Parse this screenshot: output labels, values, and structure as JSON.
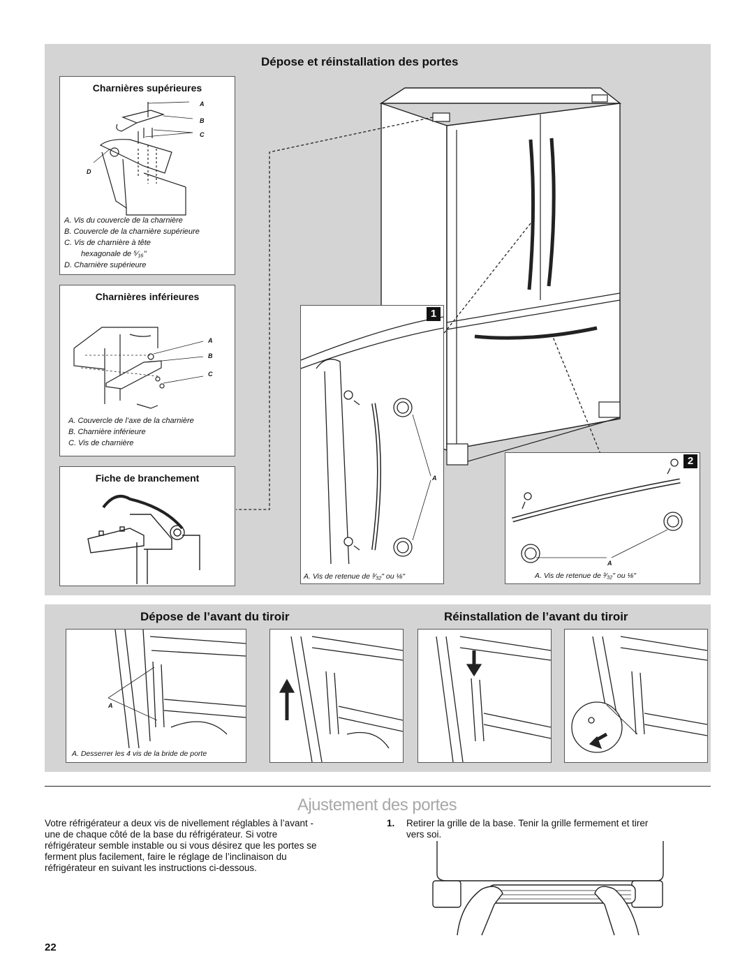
{
  "doors_section": {
    "title": "Dépose et réinstallation des portes",
    "upper_hinges": {
      "title": "Charnières supérieures",
      "labels": [
        "A",
        "B",
        "C",
        "D"
      ],
      "legend": [
        "A. Vis du couvercle de la charnière",
        "B. Couvercle de la charnière supérieure",
        "C. Vis de charnière à tête",
        "hexagonale de ⁵⁄₁₆\"",
        "D. Charnière supérieure"
      ]
    },
    "lower_hinges": {
      "title": "Charnières inférieures",
      "labels": [
        "A",
        "B",
        "C"
      ],
      "legend": [
        "A. Couvercle de l’axe de la charnière",
        "B. Charnière inférieure",
        "C. Vis de charnière"
      ]
    },
    "plug": {
      "title": "Fiche de branchement"
    },
    "step1": {
      "number": "1",
      "label": "A",
      "caption": "A. Vis de retenue de ³⁄₃₂\" ou ⅛\""
    },
    "step2": {
      "number": "2",
      "label": "A",
      "caption": "A. Vis de retenue de ³⁄₃₂\" ou ⅛\""
    }
  },
  "drawer_section": {
    "removal_title": "Dépose de l’avant du tiroir",
    "reinstall_title": "Réinstallation de l’avant du tiroir",
    "panel1_label": "A",
    "panel1_caption": "A. Desserrer les 4 vis de la bride de porte"
  },
  "adjustment": {
    "title": "Ajustement des portes",
    "intro": [
      "Votre réfrigérateur a deux vis de nivellement réglables à l’avant -",
      "une de chaque côté de la base du réfrigérateur. Si votre",
      "réfrigérateur semble instable ou si vous désirez que les portes se",
      "ferment plus facilement, faire le réglage de l’inclinaison du",
      "réfrigérateur en suivant les instructions ci-dessous."
    ],
    "step1_number": "1.",
    "step1_lines": [
      "Retirer la grille de la base. Tenir la grille fermement et tirer",
      "vers soi."
    ]
  },
  "page_number": "22"
}
